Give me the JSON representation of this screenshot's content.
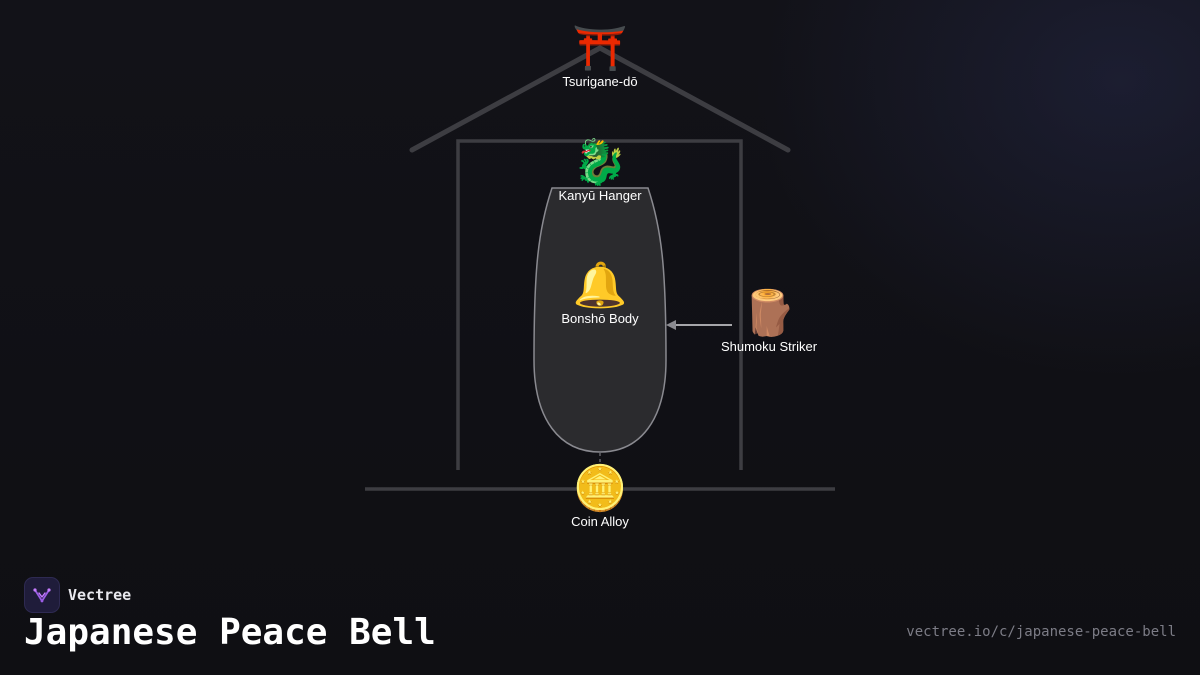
{
  "diagram": {
    "nodes": [
      {
        "id": "roof",
        "label": "Tsurigane-dō",
        "icon": "torii-gate-icon",
        "emoji": "⛩️"
      },
      {
        "id": "hanger",
        "label": "Kanyū Hanger",
        "icon": "dragon-icon",
        "emoji": "🐉"
      },
      {
        "id": "bell",
        "label": "Bonshō Body",
        "icon": "bell-icon",
        "emoji": "🔔"
      },
      {
        "id": "striker",
        "label": "Shumoku Striker",
        "icon": "wood-log-icon",
        "emoji": "🪵"
      },
      {
        "id": "base",
        "label": "Coin Alloy",
        "icon": "coin-icon",
        "emoji": "🪙"
      }
    ],
    "edges": [
      {
        "from": "striker",
        "to": "bell",
        "style": "arrow"
      },
      {
        "from": "bell",
        "to": "base",
        "style": "dashed"
      }
    ],
    "colors": {
      "background": "#111115",
      "structure": "#3d3d42",
      "bell_fill": "#2b2b2e",
      "bell_stroke": "#8a8a90",
      "arrow": "#d8d8dc",
      "accent": "#9b5de5"
    }
  },
  "branding": {
    "name": "Vectree",
    "logo_icon": "vectree-logo-icon"
  },
  "title": "Japanese Peace Bell",
  "url": "vectree.io/c/japanese-peace-bell"
}
